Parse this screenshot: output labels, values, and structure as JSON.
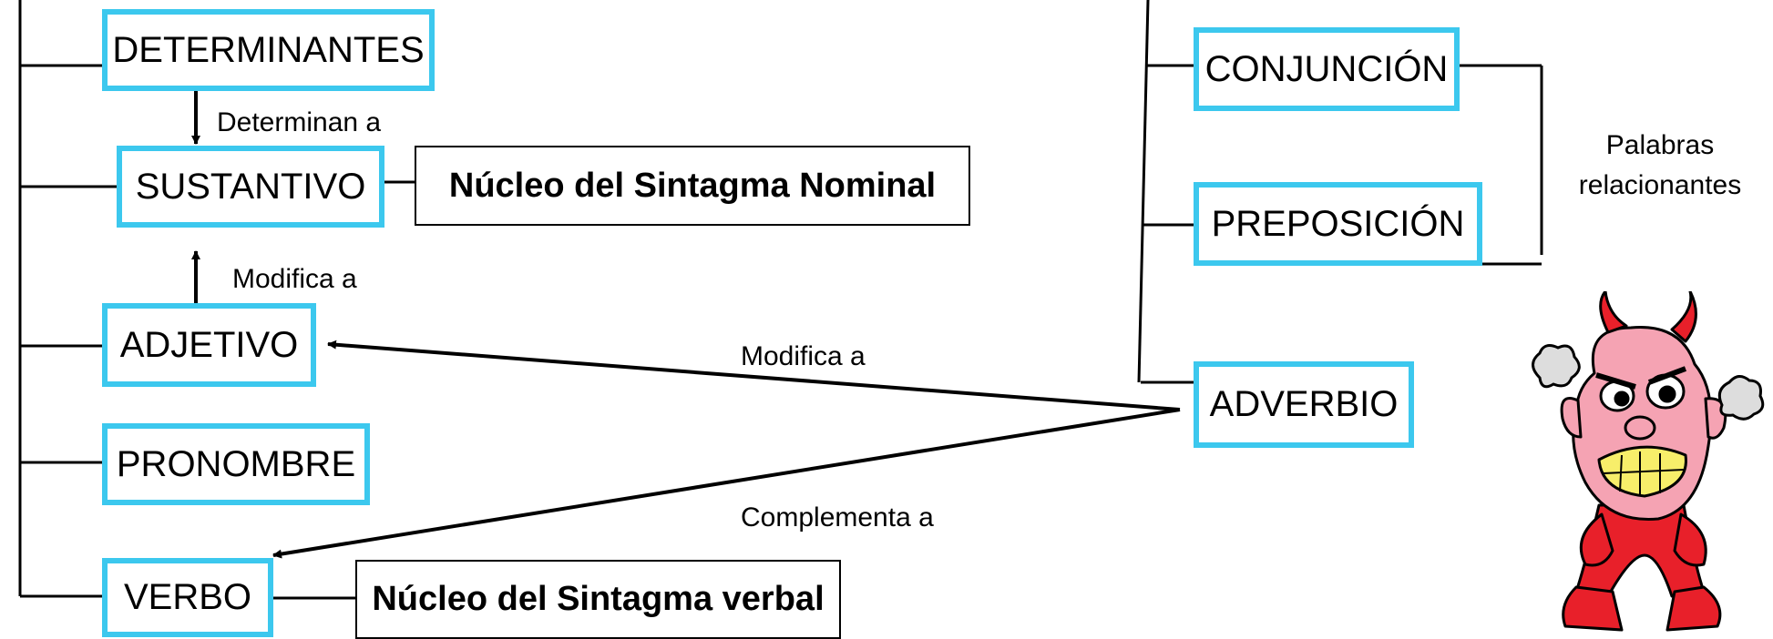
{
  "nodes": {
    "determinantes": "DETERMINANTES",
    "sustantivo": "SUSTANTIVO",
    "adjetivo": "ADJETIVO",
    "pronombre": "PRONOMBRE",
    "verbo": "VERBO",
    "conjuncion": "CONJUNCIÓN",
    "preposicion": "PREPOSICIÓN",
    "adverbio": "ADVERBIO"
  },
  "cores": {
    "nominal": "Núcleo del Sintagma Nominal",
    "verbal": "Núcleo del Sintagma verbal"
  },
  "labels": {
    "determinan": "Determinan a",
    "modifica_adj": "Modifica a",
    "modifica_adv": "Modifica a",
    "complementa": "Complementa a",
    "relacionantes_1": "Palabras",
    "relacionantes_2": "relacionantes"
  },
  "colors": {
    "node_border": "#3cc8ee",
    "line": "#000000",
    "devil_skin": "#f5a3b3",
    "devil_body": "#e8202a"
  },
  "illustration": "angry-devil-cartoon"
}
